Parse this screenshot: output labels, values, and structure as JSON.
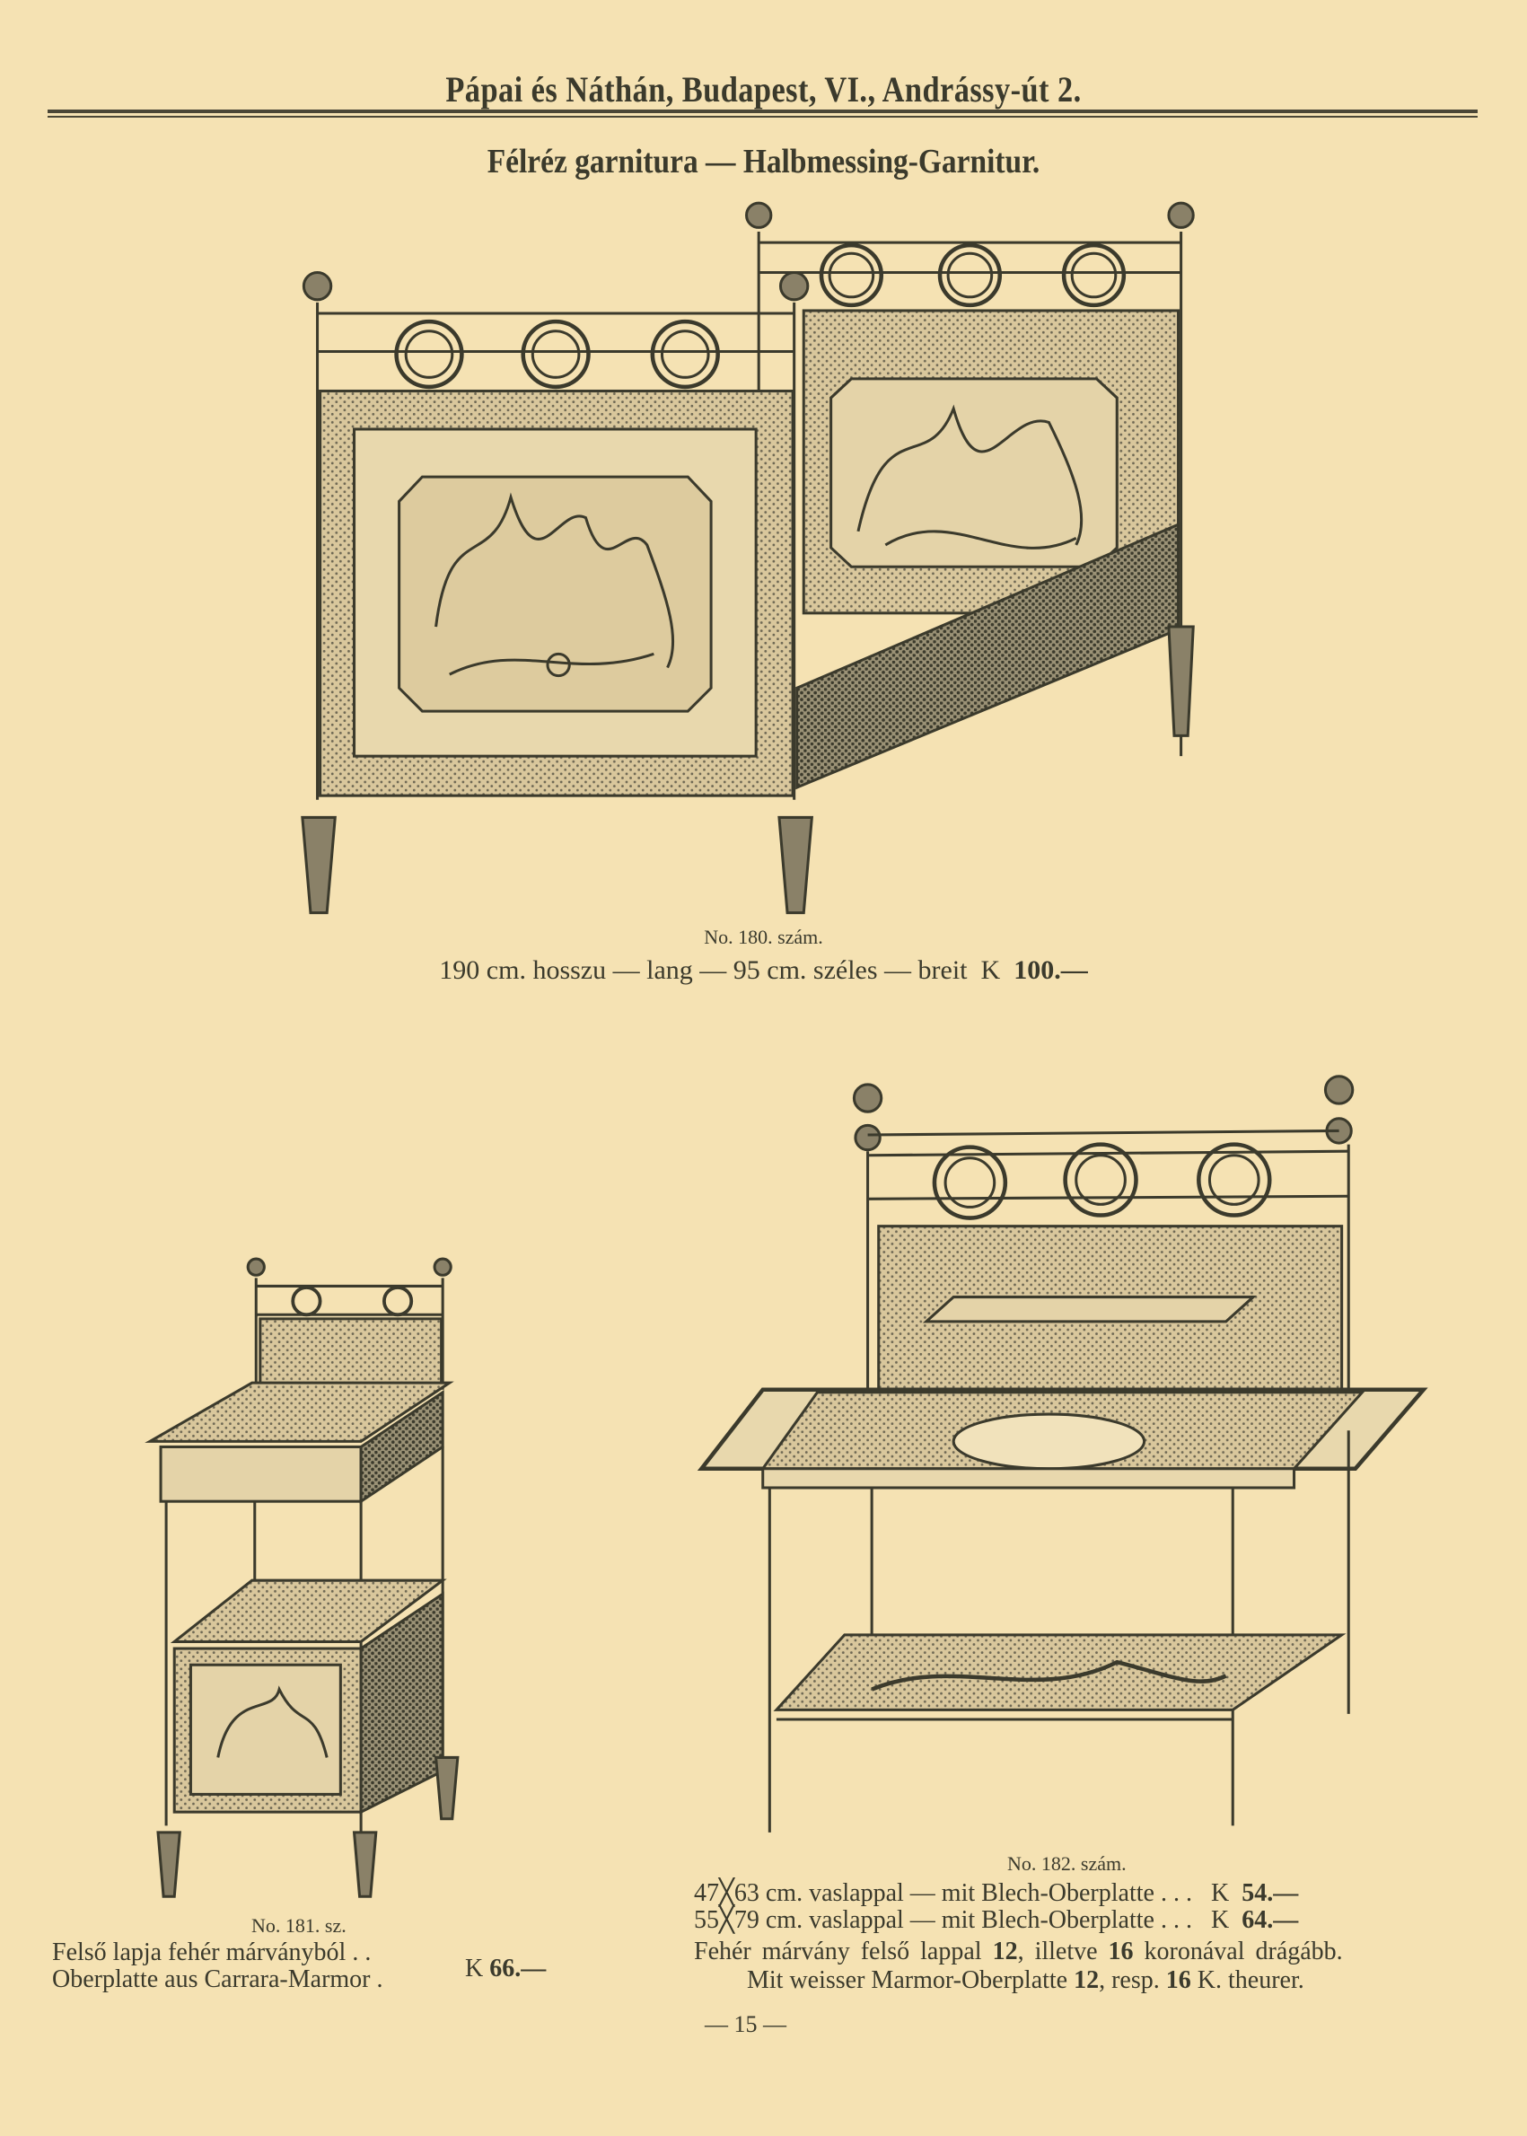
{
  "header": {
    "company": "Pápai és Náthán, Budapest, VI., Andrássy-út 2.",
    "subtitle": "Félréz garnitura — Halbmessing-Garnitur."
  },
  "products": [
    {
      "number": "No. 180. szám.",
      "description": "190 cm. hosszu — lang — 95 cm. széles — breit",
      "currency": "K",
      "price": "100.—"
    },
    {
      "number": "No. 181. sz.",
      "line1": "Felső lapja fehér márványból . .",
      "line2": "Oberplatte aus Carrara-Marmor .",
      "currency": "K",
      "price": "66.—"
    },
    {
      "number": "No. 182. szám.",
      "variants": [
        {
          "text": "47╳63 cm. vaslappal — mit Blech-Oberplatte . . .",
          "currency": "K",
          "price": "54.—"
        },
        {
          "text": "55╳79 cm. vaslappal — mit Blech-Oberplatte . . .",
          "currency": "K",
          "price": "64.—"
        }
      ],
      "note_hu_a": "Fehér márvány felső lappal",
      "note_hu_b": "12",
      "note_hu_c": ", illetve",
      "note_hu_d": "16",
      "note_hu_e": "koronával drágább.",
      "note_de_a": "Mit weisser Marmor-Oberplatte",
      "note_de_b": "12",
      "note_de_c": ", resp.",
      "note_de_d": "16",
      "note_de_e": "K. theurer."
    }
  ],
  "page_number": "— 15 —",
  "colors": {
    "paper": "#f5e2b3",
    "ink": "#3b3a2c"
  }
}
